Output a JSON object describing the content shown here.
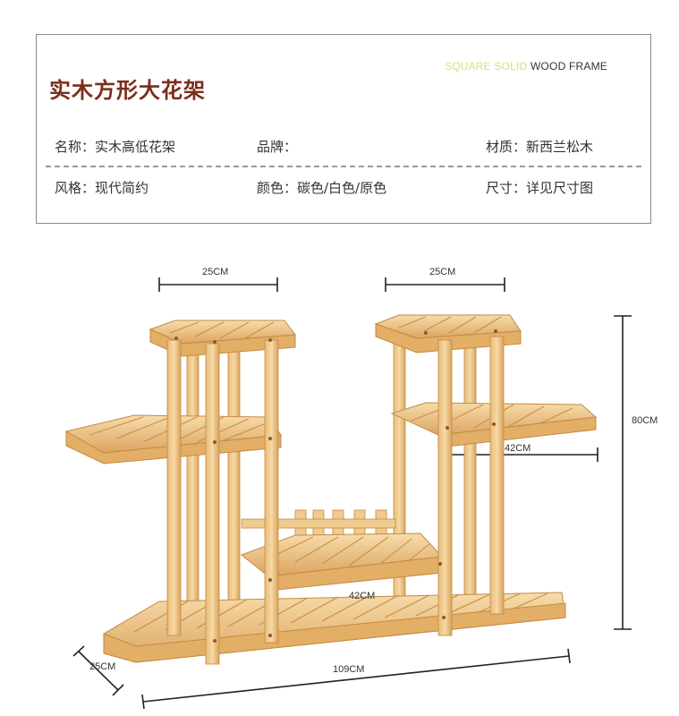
{
  "header": {
    "title": "实木方形大花架",
    "subtitle_highlight": "SQUARE SOLID",
    "subtitle_rest": " WOOD FRAME"
  },
  "specs": {
    "name": "名称：实木高低花架",
    "brand": "品牌：",
    "material": "材质：新西兰松木",
    "style": "风格：现代简约",
    "color": "颜色：碳色/白色/原色",
    "size": "尺寸：详见尺寸图"
  },
  "dimensions": {
    "top_left_width": "25CM",
    "top_right_width": "25CM",
    "height": "80CM",
    "right_shelf_width": "42CM",
    "middle_shelf_width": "42CM",
    "depth": "25CM",
    "total_width": "109CM"
  },
  "colors": {
    "title": "#7a2e1a",
    "subtitle_highlight": "#d6e07a",
    "wood_light": "#f2cf94",
    "wood_mid": "#e2b06c",
    "wood_dark": "#c98f48"
  }
}
